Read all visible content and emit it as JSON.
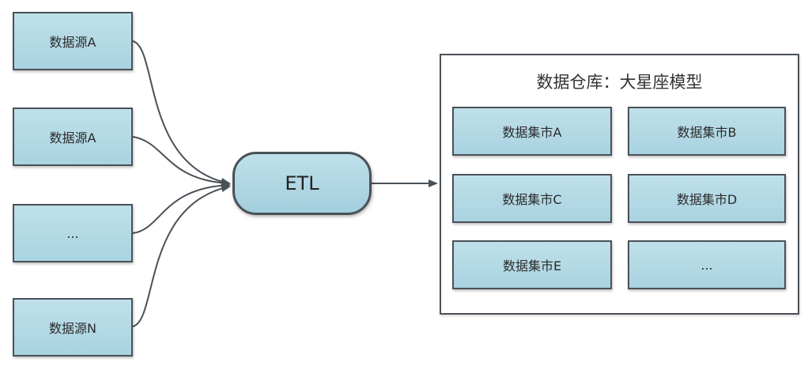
{
  "sources": [
    {
      "label": "数据源A"
    },
    {
      "label": "数据源A"
    },
    {
      "label": "..."
    },
    {
      "label": "数据源N"
    }
  ],
  "etl": {
    "label": "ETL"
  },
  "warehouse": {
    "title": "数据仓库：大星座模型",
    "marts": [
      {
        "label": "数据集市A"
      },
      {
        "label": "数据集市B"
      },
      {
        "label": "数据集市C"
      },
      {
        "label": "数据集市D"
      },
      {
        "label": "数据集市E"
      },
      {
        "label": "..."
      }
    ]
  },
  "colors": {
    "box_fill": "#b3d8e4",
    "border": "#4a5158",
    "line": "#4a5158"
  }
}
